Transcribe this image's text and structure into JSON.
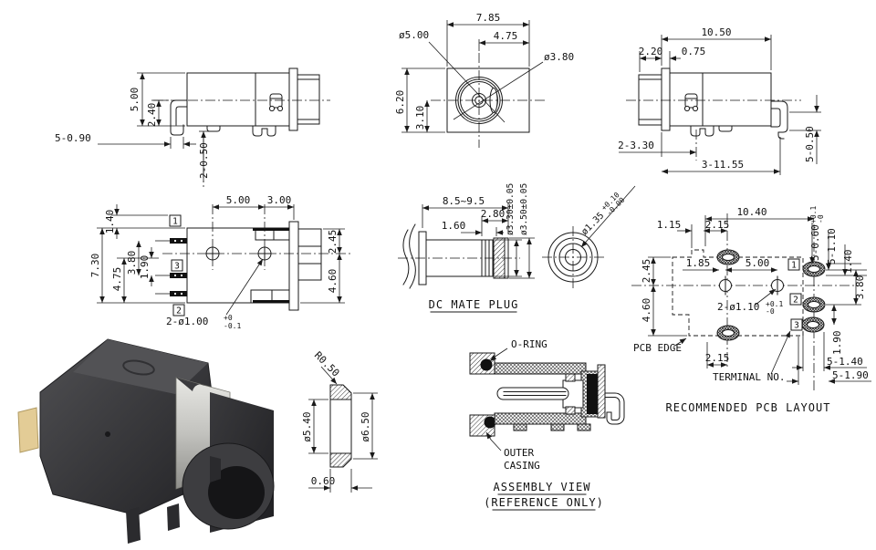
{
  "drawing": {
    "side_view_left": {
      "dim_height": "5.00",
      "dim_pin_height": "2.40",
      "dim_legs": "5-0.90",
      "dim_tabs": "2-0.50"
    },
    "front_view": {
      "dim_width": "7.85",
      "dim_offset": "4.75",
      "dia_outer": "ø5.00",
      "dia_inner": "ø3.80",
      "dim_height": "6.20",
      "dim_half_height": "3.10"
    },
    "side_view_right": {
      "dim_length": "10.50",
      "dim_barrel": "2.20",
      "dim_flange": "0.75",
      "dim_pins": "2-3.30",
      "dim_span": "3-11.55",
      "dim_legs": "5-0.50"
    },
    "top_view": {
      "dim_1_40": "1.40",
      "dim_7_30": "7.30",
      "dim_4_75": "4.75",
      "dim_3_80": "3.80",
      "dim_1_90": "1.90",
      "dim_5_00": "5.00",
      "dim_3_00": "3.00",
      "dim_2_45": "2.45",
      "dim_4_60": "4.60",
      "hole_note": "2-ø1.00",
      "hole_tol_up": "+0",
      "hole_tol_dn": "-0.1",
      "terminal_top": "1",
      "terminal_mid": "3",
      "terminal_bottom": "2"
    },
    "dc_mate_plug": {
      "title": "DC MATE PLUG",
      "dim_length": "8.5~9.5",
      "dim_2_80": "2.80",
      "dim_1_60": "1.60",
      "dia_sleeve": "ø3.30±0.05",
      "dia_tip": "ø3.50±0.05",
      "pin_dia": "ø1.35",
      "pin_tol_up": "+0.10",
      "pin_tol_dn": "-0.00"
    },
    "oring_section": {
      "radius_note": "R0.50",
      "dia_inner": "ø5.40",
      "dia_outer": "ø6.50",
      "dim_thickness": "0.60"
    },
    "assembly_view": {
      "title_line1": "ASSEMBLY VIEW",
      "title_line2": "(REFERENCE ONLY)",
      "label_oring": "O-RING",
      "label_outer_line1": "OUTER",
      "label_outer_line2": "CASING"
    },
    "pcb_layout": {
      "title": "RECOMMENDED PCB LAYOUT",
      "label_pcb_edge": "PCB EDGE",
      "label_terminal_no": "TERMINAL NO.",
      "dim_10_40": "10.40",
      "dim_1_15": "1.15",
      "dim_2_15_top": "2.15",
      "dim_2_15_bottom": "2.15",
      "dim_2_45": "2.45",
      "dim_4_60": "4.60",
      "dim_1_85": "1.85",
      "dim_5_00": "5.00",
      "hole_note": "2-ø1.10",
      "hole_tol_up": "+0.1",
      "hole_tol_dn": "-0",
      "dim_pad_a": "5-0.60",
      "pad_a_tol_up": "+0.1",
      "pad_a_tol_dn": "-0",
      "dim_pad_b": "5-1.10",
      "dim_1_40": "1.40",
      "dim_3_80": "3.80",
      "dim_1_90": "1.90",
      "dim_5_1_40": "5-1.40",
      "dim_5_1_90": "5-1.90",
      "terminal_1": "1",
      "terminal_2": "2",
      "terminal_3": "3"
    }
  }
}
